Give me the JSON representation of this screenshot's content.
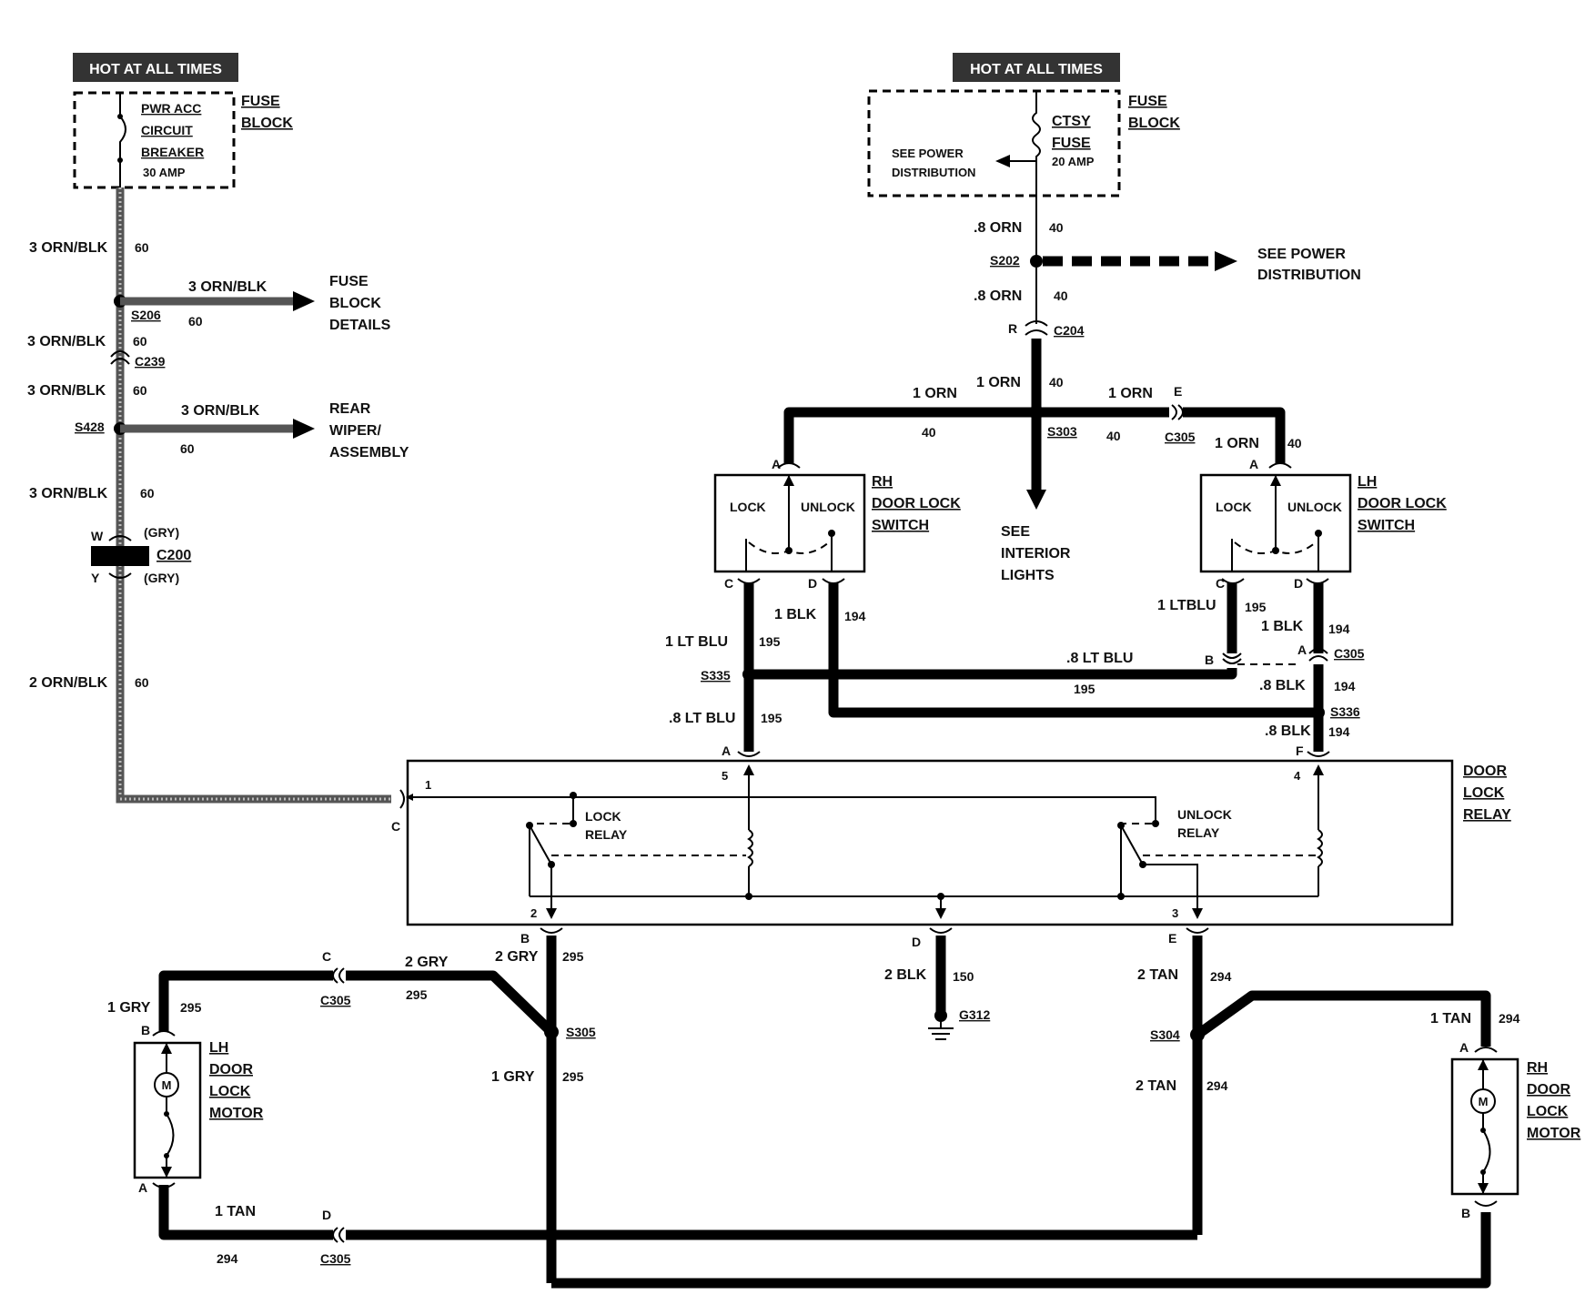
{
  "left_feed": {
    "banner": "HOT AT ALL TIMES",
    "breaker_lines": [
      "PWR ACC",
      "CIRCUIT",
      "BREAKER",
      "30 AMP"
    ],
    "fuse_block": [
      "FUSE",
      "BLOCK"
    ],
    "wire_3orn_blk": "3 ORN/BLK",
    "wire_2orn_blk": "2 ORN/BLK",
    "circuit_60": "60",
    "s206": "S206",
    "c239": "C239",
    "s428": "S428",
    "c200": "C200",
    "gry_w": "(GRY)",
    "gry_y": "(GRY)",
    "pin_w": "W",
    "pin_y": "Y",
    "fuse_block_details": [
      "FUSE",
      "BLOCK",
      "DETAILS"
    ],
    "rear_wiper": [
      "REAR",
      "WIPER/",
      "ASSEMBLY"
    ]
  },
  "right_feed": {
    "banner": "HOT AT ALL TIMES",
    "fuse_lines": [
      "CTSY",
      "FUSE",
      "20 AMP"
    ],
    "see_power_distribution": [
      "SEE POWER",
      "DISTRIBUTION"
    ],
    "fuse_block": [
      "FUSE",
      "BLOCK"
    ],
    "wire_8orn": ".8 ORN",
    "circuit_40": "40",
    "s202": "S202",
    "see_power_distribution_2": [
      "SEE POWER",
      "DISTRIBUTION"
    ],
    "pin_r": "R",
    "c204": "C204",
    "wire_1orn": "1 ORN",
    "s303": "S303",
    "c305": "C305",
    "pin_e": "E",
    "see_interior_lights": [
      "SEE",
      "INTERIOR",
      "LIGHTS"
    ]
  },
  "switches": {
    "rh_title": [
      "RH",
      "DOOR LOCK",
      "SWITCH"
    ],
    "lh_title": [
      "LH",
      "DOOR LOCK",
      "SWITCH"
    ],
    "lock": "LOCK",
    "unlock": "UNLOCK",
    "pin_a": "A",
    "pin_c": "C",
    "pin_d": "D",
    "pin_b": "B"
  },
  "switch_wires": {
    "lt_blu_1": "1 LT BLU",
    "ltblu_1": "1 LTBLU",
    "blk_1": "1 BLK",
    "c195": "195",
    "c194": "194",
    "s335": "S335",
    "s336": "S336",
    "lt_blu_8": ".8 LT BLU",
    "lt_blu_8b": ".8 LT BLU",
    "blk_8": ".8 BLK",
    "c305": "C305",
    "pin_a": "A",
    "pin_f": "F"
  },
  "relay": {
    "title": [
      "DOOR",
      "LOCK",
      "RELAY"
    ],
    "lock_relay": [
      "LOCK",
      "RELAY"
    ],
    "unlock_relay": [
      "UNLOCK",
      "RELAY"
    ],
    "pin_c": "C",
    "n1": "1",
    "n2": "2",
    "n3": "3",
    "n4": "4",
    "n5": "5"
  },
  "bottom": {
    "pin_b": "B",
    "pin_d": "D",
    "pin_e": "E",
    "pin_c": "C",
    "gry_2": "2 GRY",
    "gry_1": "1 GRY",
    "c295": "295",
    "blk_2": "2 BLK",
    "c150": "150",
    "g312": "G312",
    "tan_2": "2 TAN",
    "tan_1": "1 TAN",
    "c294": "294",
    "s305": "S305",
    "s304": "S304",
    "c305": "C305",
    "lh_motor": [
      "LH",
      "DOOR",
      "LOCK",
      "MOTOR"
    ],
    "rh_motor": [
      "RH",
      "DOOR",
      "LOCK",
      "MOTOR"
    ],
    "motor_symbol": "M",
    "pin_a": "A"
  }
}
